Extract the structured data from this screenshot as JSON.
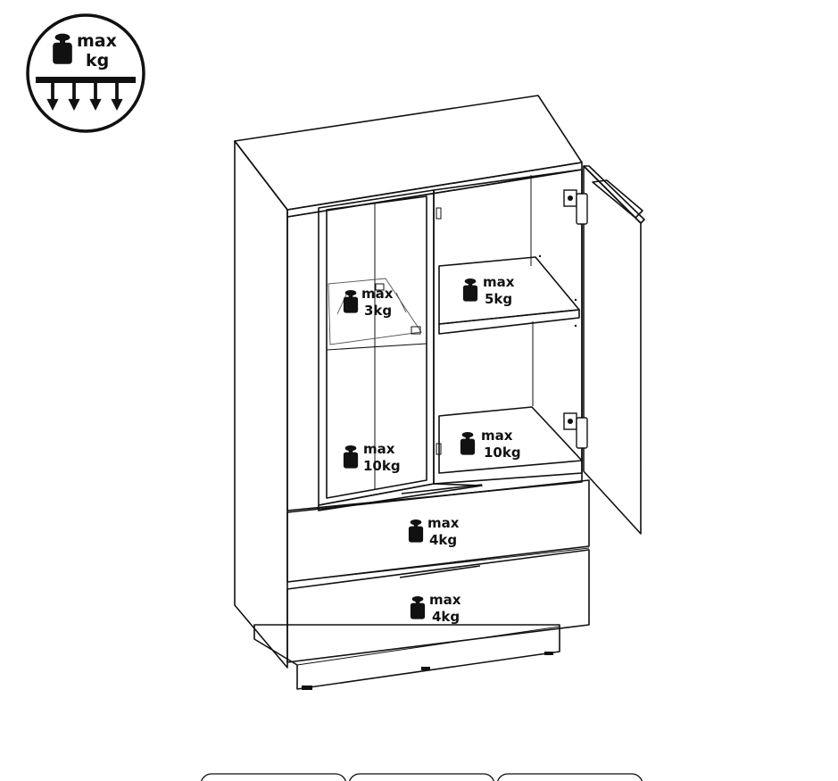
{
  "badge": {
    "line1": "max",
    "line2": "kg"
  },
  "labels": [
    {
      "id": "glass-shelf",
      "line1": "max",
      "line2": "3kg"
    },
    {
      "id": "right-shelf",
      "line1": "max",
      "line2": "5kg"
    },
    {
      "id": "left-bottom",
      "line1": "max",
      "line2": "10kg"
    },
    {
      "id": "right-bottom",
      "line1": "max",
      "line2": "10kg"
    },
    {
      "id": "drawer-top",
      "line1": "max",
      "line2": "4kg"
    },
    {
      "id": "drawer-bottom",
      "line1": "max",
      "line2": "4kg"
    }
  ],
  "icons": [
    "weight-icon",
    "arrow-down-icon",
    "hinge-icon"
  ]
}
